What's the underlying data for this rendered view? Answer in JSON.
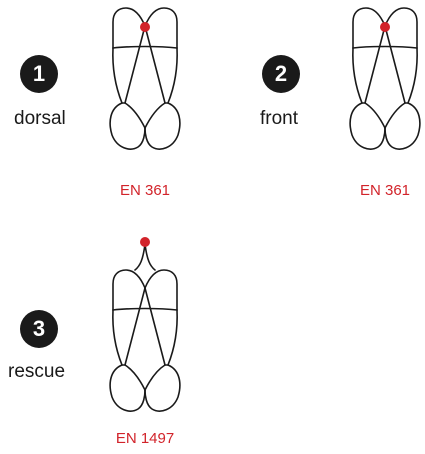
{
  "accent_color": "#d2232a",
  "ink_color": "#1a1a1a",
  "panels": [
    {
      "number": "1",
      "label": "dorsal",
      "standard": "EN 361",
      "attachment": "dorsal",
      "icon": "harness-icon"
    },
    {
      "number": "2",
      "label": "front",
      "standard": "EN 361",
      "attachment": "front",
      "icon": "harness-icon"
    },
    {
      "number": "3",
      "label": "rescue",
      "standard": "EN 1497",
      "attachment": "rescue",
      "icon": "harness-icon"
    }
  ]
}
